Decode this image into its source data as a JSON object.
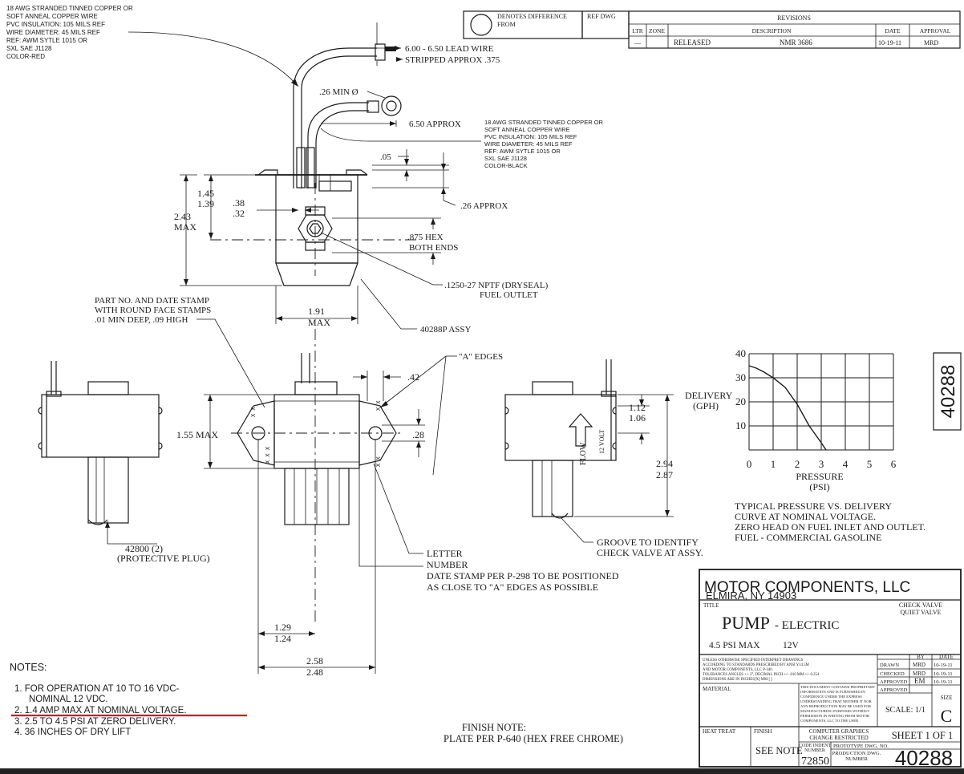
{
  "header": {
    "wire_note_red": [
      "18 AWG STRANDED TINNED COPPER OR",
      "SOFT ANNEAL COPPER WIRE",
      "PVC INSULATION: 105 MILS REF",
      "WIRE DIAMETER: 45 MILS REF",
      "REF: AWM SYTLE 1015 OR",
      "SXL SAE J1128",
      "COLOR-RED"
    ],
    "denotes_diff": [
      "DENOTES DIFFERENCE",
      "FROM"
    ],
    "ref_dwg": "REF DWG",
    "revisions_title": "REVISIONS",
    "rev_cols": {
      "ltr": "LTR",
      "zone": "ZONE",
      "description": "DESCRIPTION",
      "date": "DATE",
      "approval": "APPROVAL"
    },
    "rev_row": {
      "ltr": "—",
      "description": "RELEASED",
      "nmr": "NMR 3686",
      "date": "10-19-11",
      "approval": "MRD"
    }
  },
  "top_view": {
    "lead_wire": "6.00 - 6.50 LEAD WIRE",
    "stripped": "STRIPPED APPROX .375",
    "min_dia": ".26 MIN Ø",
    "approx_650": "6.50 APPROX",
    "wire_note_black": [
      "18 AWG STRANDED TINNED COPPER OR",
      "SOFT ANNEAL COPPER WIRE",
      "PVC INSULATION: 105 MILS REF",
      "WIRE DIAMETER: 45 MILS REF",
      "REF: AWM SYTLE 1015 OR",
      "SXL SAE J1128",
      "COLOR-BLACK"
    ],
    "dim_05": ".05",
    "dim_145": "1.45",
    "dim_139": "1.39",
    "dim_243": "2.43",
    "max": "MAX",
    "dim_38": ".38",
    "dim_32": ".32",
    "approx_26": ".26 APPROX",
    "hex": ".875 HEX",
    "both_ends": "BOTH ENDS",
    "nptf": ".1250-27 NPTF (DRYSEAL)",
    "fuel_outlet": "FUEL OUTLET",
    "dim_191": "1.91",
    "max_191": "MAX",
    "assy": "40288P ASSY",
    "part_no": [
      "PART NO. AND DATE STAMP",
      "WITH ROUND FACE STAMPS",
      ".01 MIN DEEP, .09 HIGH"
    ]
  },
  "front_view": {
    "a_edges": "\"A\" EDGES",
    "dim_42": ".42",
    "dim_155": "1.55 MAX",
    "dim_28": ".28",
    "xx": "X X",
    "xxx": "X X X",
    "letter": "LETTER",
    "number": "NUMBER",
    "date_stamp": [
      "DATE STAMP PER P-298 TO BE  POSITIONED",
      "AS CLOSE TO \"A\" EDGES AS POSSIBLE"
    ],
    "dim_129": "1.29",
    "dim_124": "1.24",
    "dim_258": "2.58",
    "dim_248": "2.48"
  },
  "left_view": {
    "plug": "42800 (2)",
    "plug_desc": "(PROTECTIVE PLUG)"
  },
  "right_view": {
    "dim_112": "1.12",
    "dim_106": "1.06",
    "flow": "FLOW",
    "volt": "12 VOLT",
    "dim_294": "2.94",
    "dim_287": "2.87",
    "groove": [
      "GROOVE TO IDENTIFY",
      "CHECK VALVE AT ASSY."
    ]
  },
  "chart_data": {
    "type": "line",
    "x": [
      0,
      0.3,
      0.6,
      1.0,
      1.5,
      2.0,
      2.5,
      3.0,
      3.2
    ],
    "y": [
      35,
      34,
      32.5,
      30,
      26,
      19,
      10,
      3,
      0
    ],
    "xticks": [
      "0",
      "1",
      "2",
      "3",
      "4",
      "5",
      "6"
    ],
    "yticks": [
      "10",
      "20",
      "30",
      "40"
    ],
    "xlabel": "PRESSURE",
    "xunit": "(PSI)",
    "ylabel": "DELIVERY",
    "yunit": "(GPH)",
    "xlim": [
      0,
      6
    ],
    "ylim": [
      0,
      40
    ],
    "grid": true,
    "caption": [
      "TYPICAL PRESSURE VS. DELIVERY",
      "CURVE AT NOMINAL VOLTAGE.",
      "ZERO HEAD ON FUEL INLET AND OUTLET.",
      "FUEL - COMMERCIAL GASOLINE"
    ]
  },
  "side_label": "40288",
  "notes": {
    "title": "NOTES:",
    "items": [
      "1. FOR OPERATION AT 10 TO 16 VDC-",
      "NOMINAL 12 VDC.",
      "2. 1.4 AMP MAX AT NOMINAL VOLTAGE.",
      "3. 2.5 TO 4.5 PSI AT ZERO DELIVERY.",
      "4. 36 INCHES OF DRY LIFT"
    ]
  },
  "finish_note": [
    "FINISH NOTE:",
    "PLATE PER P-640 (HEX FREE CHROME)"
  ],
  "title_block": {
    "company": "MOTOR  COMPONENTS,  LLC",
    "city": "ELMIRA,  NY  14903",
    "title_label": "TITLE",
    "check_valve": [
      "CHECK VALVE",
      "QUIET VALVE"
    ],
    "title_big": "PUMP",
    "title_small": "- ELECTRIC",
    "psi": "4.5 PSI MAX",
    "volt": "12V",
    "unless": [
      "UNLESS OTHERWISE SPECIFIED INTERPRET DRAWINGS",
      "ACCORDING TO STANDARDS PRESCRIBED BY ANSI Y14.5M",
      "AND MOTOR COMPONENTS, LLC P-340.",
      "TOLERANCES ANGLES +/- 2°, DECIMAL INCH +/- .010   MM +/- 0.254",
      "DIMENSIONS ARE IN INCHES[X]  MM [ ]"
    ],
    "by": "BY",
    "date": "DATE",
    "drawn": "DRAWN",
    "checked": "CHECKED",
    "approved": "APPROVED",
    "drawn_by": "MRD",
    "checked_by": "MRD",
    "approved_by": "EM",
    "drawn_date": "10-19-11",
    "checked_date": "10-19-11",
    "approved_date": "10-19-11",
    "material": "MATERIAL",
    "proprietary": [
      "THIS DOCUMENT CONTAINS PROPRIETARY",
      "INFORMATION AND IS FURNISHED IN",
      "CONFIDENCE UNDER THE EXPRESS",
      "UNDERSTANDING THAT NEITHER IT NOR",
      "ANY REPRODUCTION MAY BE USED FOR",
      "MANUFACTURING PURPOSES WITHOUT",
      "PERMISSION IN WRITING FROM MOTOR",
      "COMPONENTS, LLC TO THE USER"
    ],
    "approved2": "APPROVED",
    "scale": "SCALE: 1/1",
    "size_label": "SIZE",
    "size": "C",
    "heat_treat": "HEAT TREAT",
    "finish": "FINISH",
    "see_note": "SEE NOTE",
    "graphics": [
      "COMPUTER GRAPHICS",
      "CHANGE RESTRICTED"
    ],
    "sheet": "SHEET  1  OF  1",
    "code_indent": [
      "CODE INDENT",
      "NUMBER"
    ],
    "code_num": "72850",
    "prototype": "PROTOTYPE DWG. NO.",
    "production": [
      "PRODUCTION DWG.",
      "NUMBER"
    ],
    "dwg_num": "40288"
  }
}
